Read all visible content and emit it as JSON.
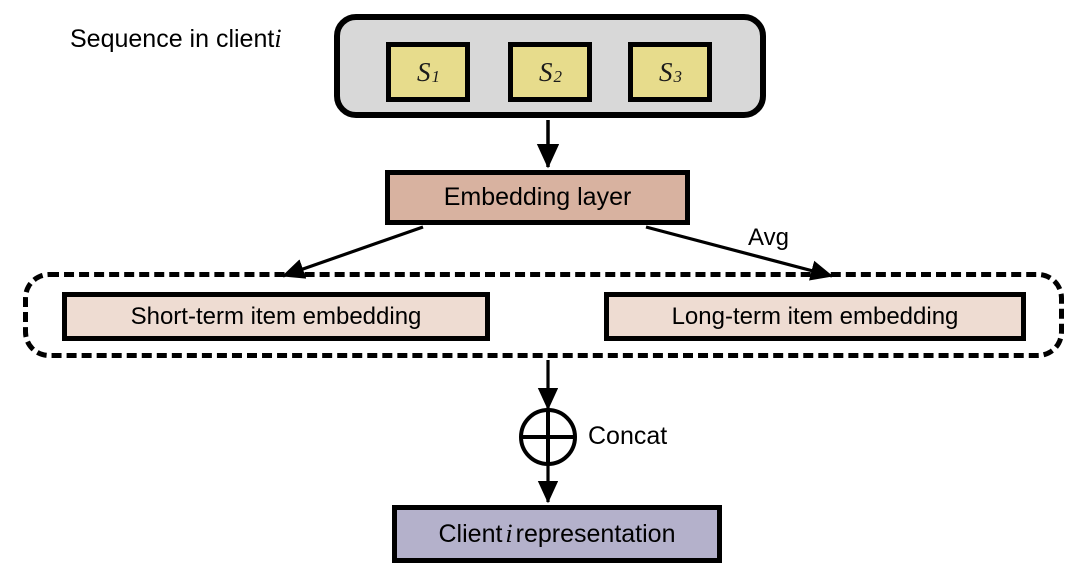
{
  "diagram": {
    "title_label": "Sequence in client",
    "title_italic": "i",
    "sequence": {
      "items": [
        {
          "base": "S",
          "sub": "1"
        },
        {
          "base": "S",
          "sub": "2"
        },
        {
          "base": "S",
          "sub": "3"
        }
      ],
      "arrow_color": "#8d4a33",
      "container_fill": "#d8d8d8",
      "item_fill": "#e7dc8c"
    },
    "embedding_layer": {
      "label": "Embedding layer",
      "fill": "#d8b2a0"
    },
    "avg_label": "Avg",
    "embeddings": {
      "short_term_label": "Short-term item embedding",
      "long_term_label": "Long-term item embedding",
      "fill": "#eedcd2",
      "group_border_style": "dashed"
    },
    "concat": {
      "symbol": "circled-plus",
      "label": "Concat"
    },
    "output": {
      "prefix": "Client",
      "italic": "i",
      "suffix": "representation",
      "fill": "#b4b1cb"
    },
    "stroke_color": "#000000",
    "background": "#ffffff"
  }
}
